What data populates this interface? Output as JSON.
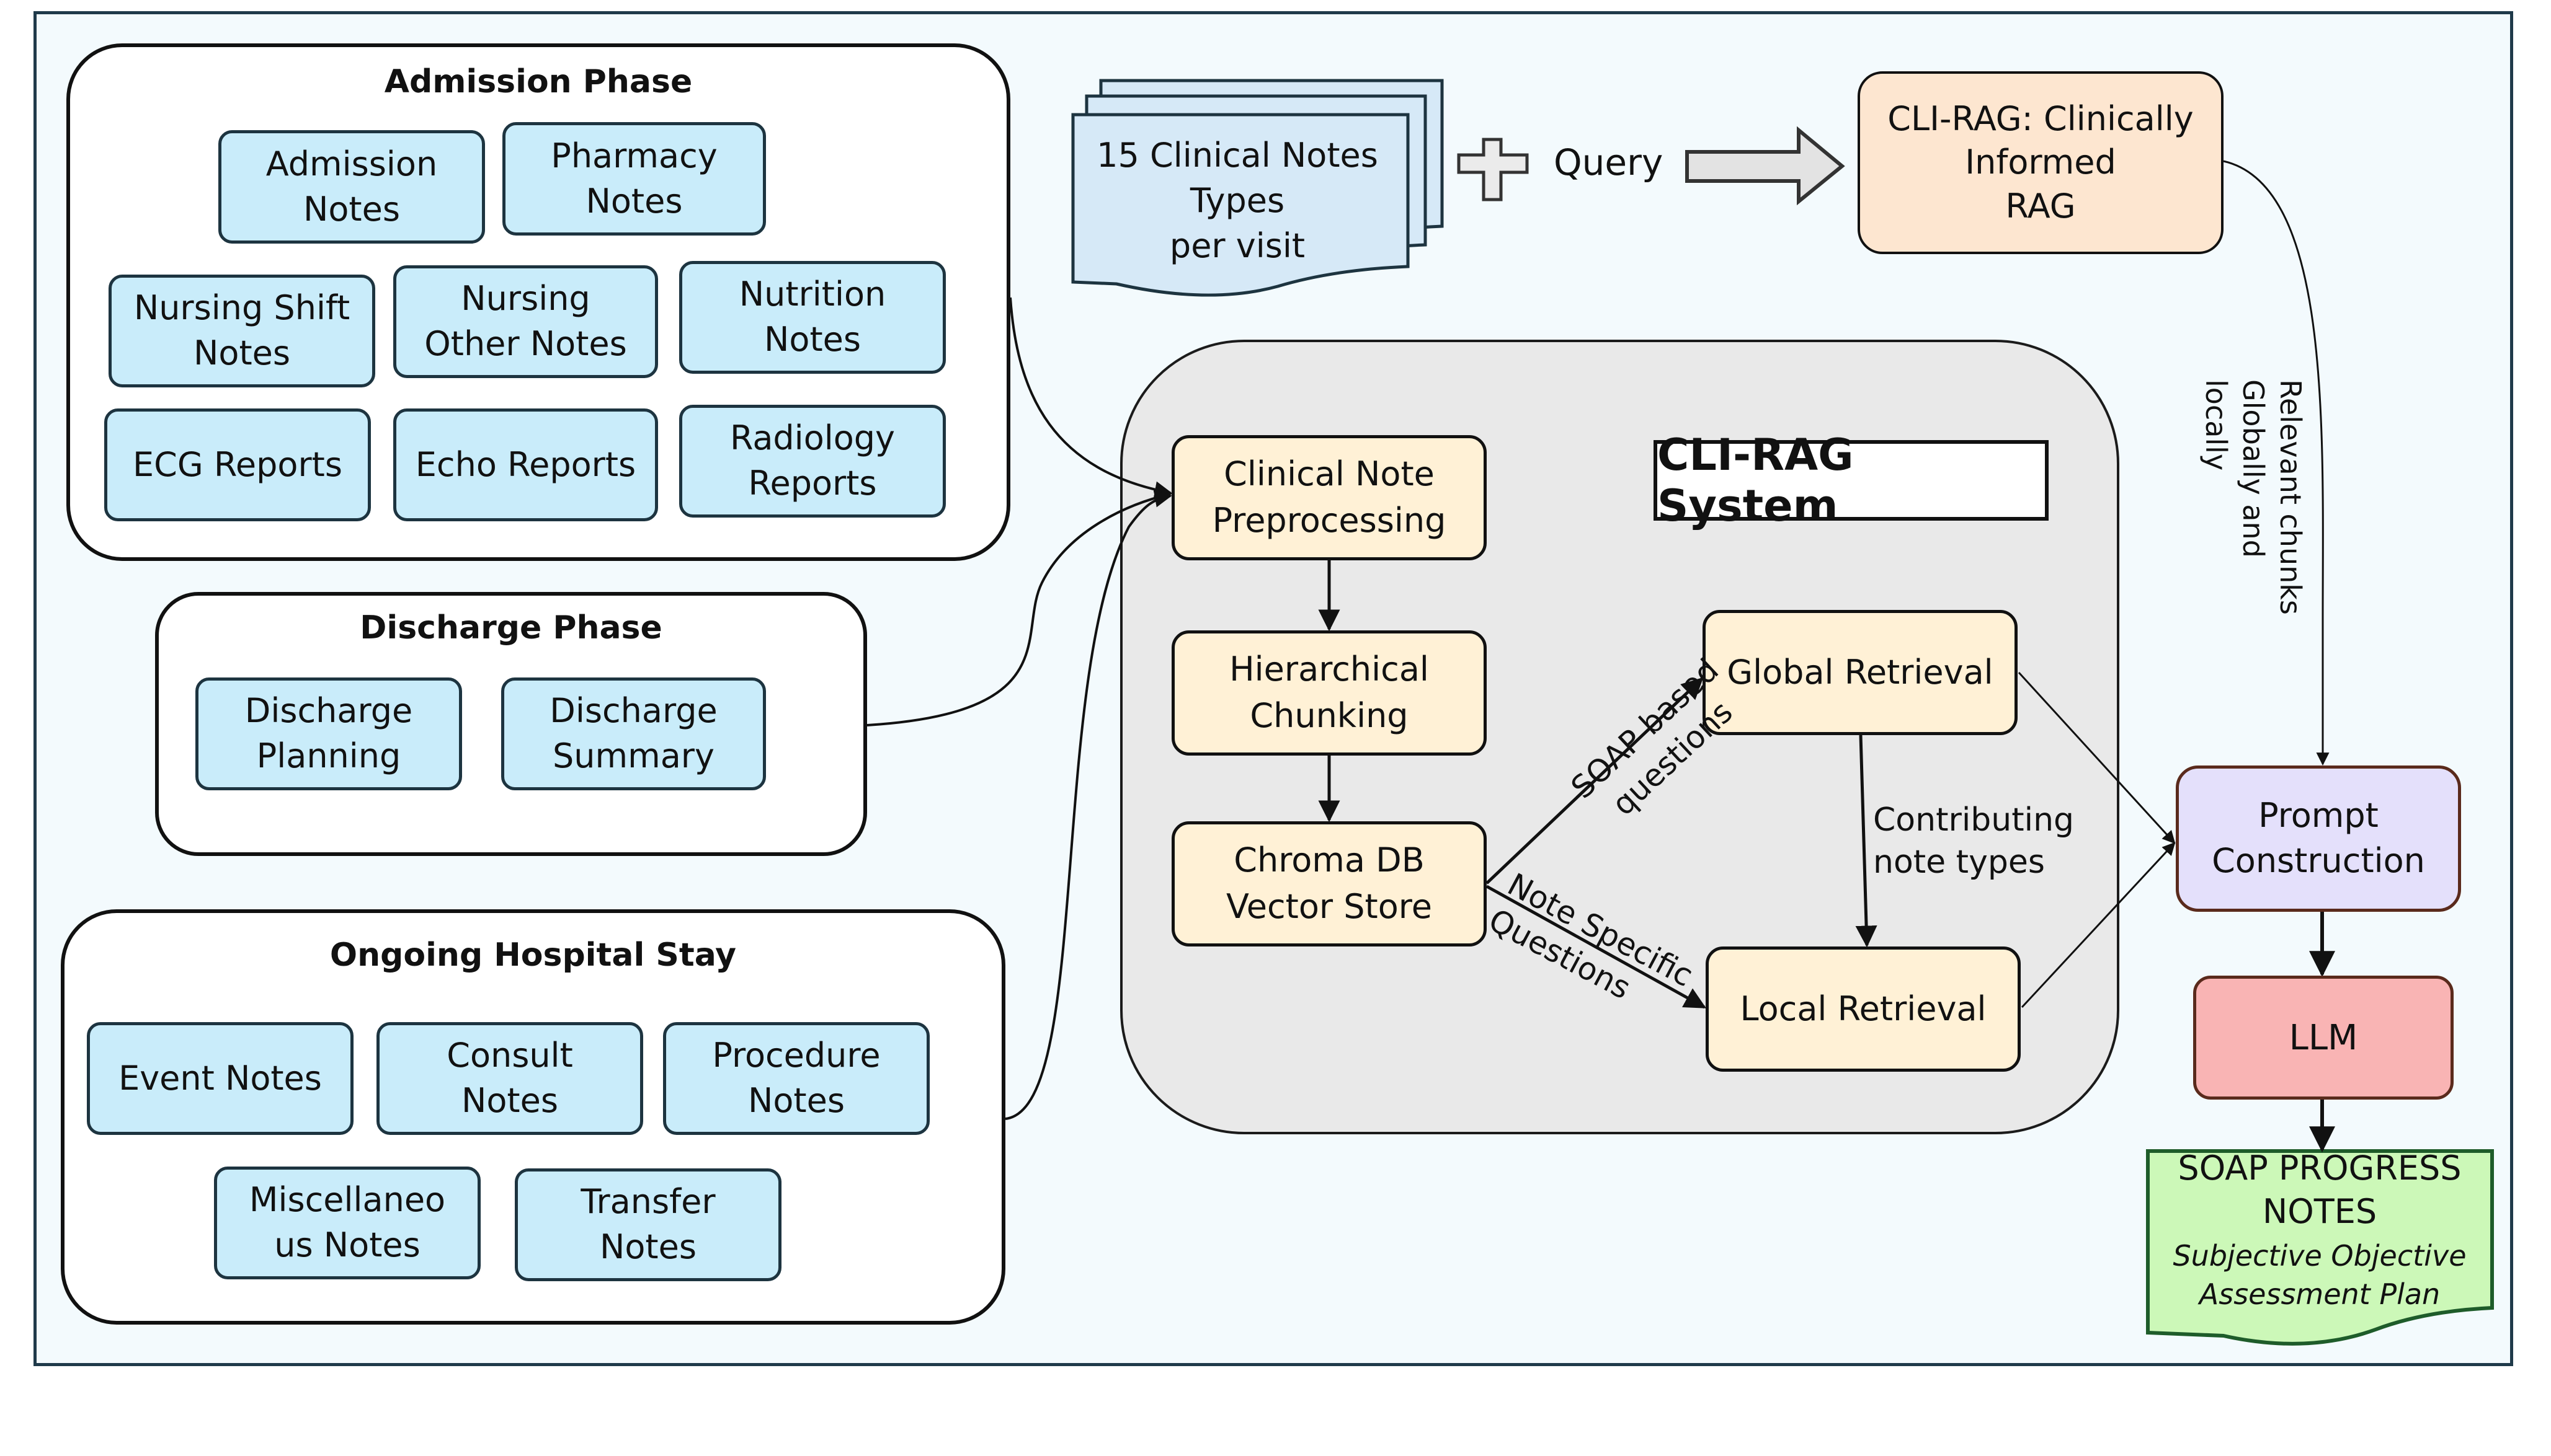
{
  "admission_phase": {
    "title": "Admission Phase",
    "notes": [
      "Admission\nNotes",
      "Pharmacy\nNotes",
      "Nursing Shift\nNotes",
      "Nursing\nOther Notes",
      "Nutrition\nNotes",
      "ECG Reports",
      "Echo Reports",
      "Radiology\nReports"
    ]
  },
  "discharge_phase": {
    "title": "Discharge Phase",
    "notes": [
      "Discharge\nPlanning",
      "Discharge\nSummary"
    ]
  },
  "ongoing_stay": {
    "title": "Ongoing Hospital Stay",
    "notes": [
      "Event Notes",
      "Consult\nNotes",
      "Procedure\nNotes",
      "Miscellaneo\nus Notes",
      "Transfer\nNotes"
    ]
  },
  "input": {
    "notes_stack": "15 Clinical Notes\nTypes\nper visit",
    "query": "Query",
    "rag_box": "CLI-RAG: Clinically\nInformed\nRAG"
  },
  "cli_rag_system": {
    "title": "CLI-RAG System",
    "steps": {
      "preprocessing": "Clinical Note\nPreprocessing",
      "chunking": "Hierarchical\nChunking",
      "vector_store": "Chroma DB\nVector Store",
      "global_retrieval": "Global Retrieval",
      "local_retrieval": "Local Retrieval"
    },
    "edge_labels": {
      "soap": "SOAP based\nquestions",
      "note_specific": "Note Specific\nQuestions",
      "contributing": "Contributing\nnote types"
    }
  },
  "output": {
    "relevant_chunks": "Relevant chunks\nGlobally and locally",
    "prompt": "Prompt\nConstruction",
    "llm": "LLM",
    "soap_title": "SOAP PROGRESS\nNOTES",
    "soap_subtitle": "Subjective Objective\nAssessment Plan"
  },
  "colors": {
    "note_fill": "#c9ecfa",
    "step_fill": "#fff1d6",
    "rag_fill": "#fde6d0",
    "prompt_fill": "#e4e0fb",
    "llm_fill": "#f9b4b4",
    "soap_fill": "#ccf8b8",
    "panel_fill": "#e9e9e9",
    "frame_fill": "#f3fafd"
  }
}
